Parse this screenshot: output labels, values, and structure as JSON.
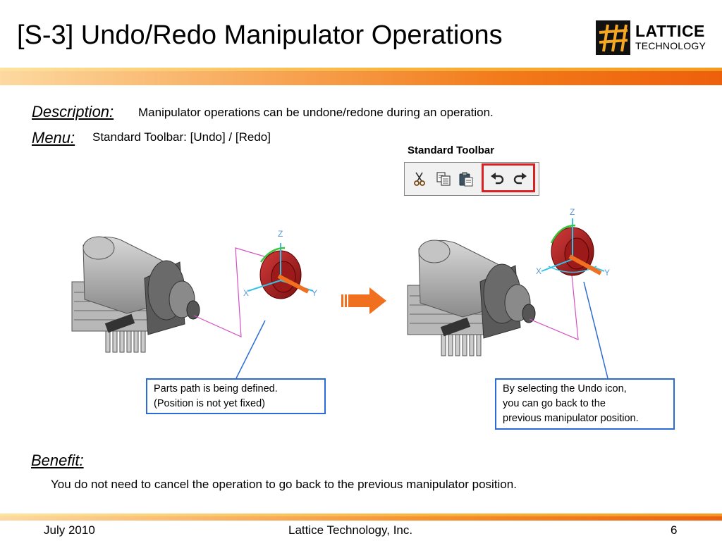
{
  "slide": {
    "title": "[S-3] Undo/Redo Manipulator Operations",
    "logo": {
      "name": "LATTICE",
      "sub": "TECHNOLOGY"
    },
    "description_label": "Description:",
    "description_text": "Manipulator operations can be undone/redone during an operation.",
    "menu_label": "Menu:",
    "menu_text": "Standard Toolbar: [Undo] / [Redo]",
    "toolbar_caption": "Standard Toolbar",
    "toolbar_buttons": [
      {
        "icon": "cut-icon"
      },
      {
        "icon": "copy-icon"
      },
      {
        "icon": "paste-icon"
      },
      {
        "icon": "undo-icon"
      },
      {
        "icon": "redo-icon"
      }
    ],
    "axis_labels": {
      "z": "Z",
      "y": "Y",
      "x": "X"
    },
    "callout_left": {
      "line1": "Parts path is being defined.",
      "line2": "(Position is not yet fixed)"
    },
    "callout_right": {
      "line1": "By selecting the Undo icon,",
      "line2": "you can go back to the",
      "line3": "previous manipulator position."
    },
    "benefit_label": "Benefit:",
    "benefit_text": "You do not need to cancel the operation to go back to the previous manipulator position."
  },
  "footer": {
    "date": "July 2010",
    "company": "Lattice Technology, Inc.",
    "page": "6"
  },
  "colors": {
    "accent_orange": "#f27a1a",
    "callout_border": "#2b6bd6",
    "highlight_red": "#d82222",
    "manipulator_red": "#b0202a"
  }
}
